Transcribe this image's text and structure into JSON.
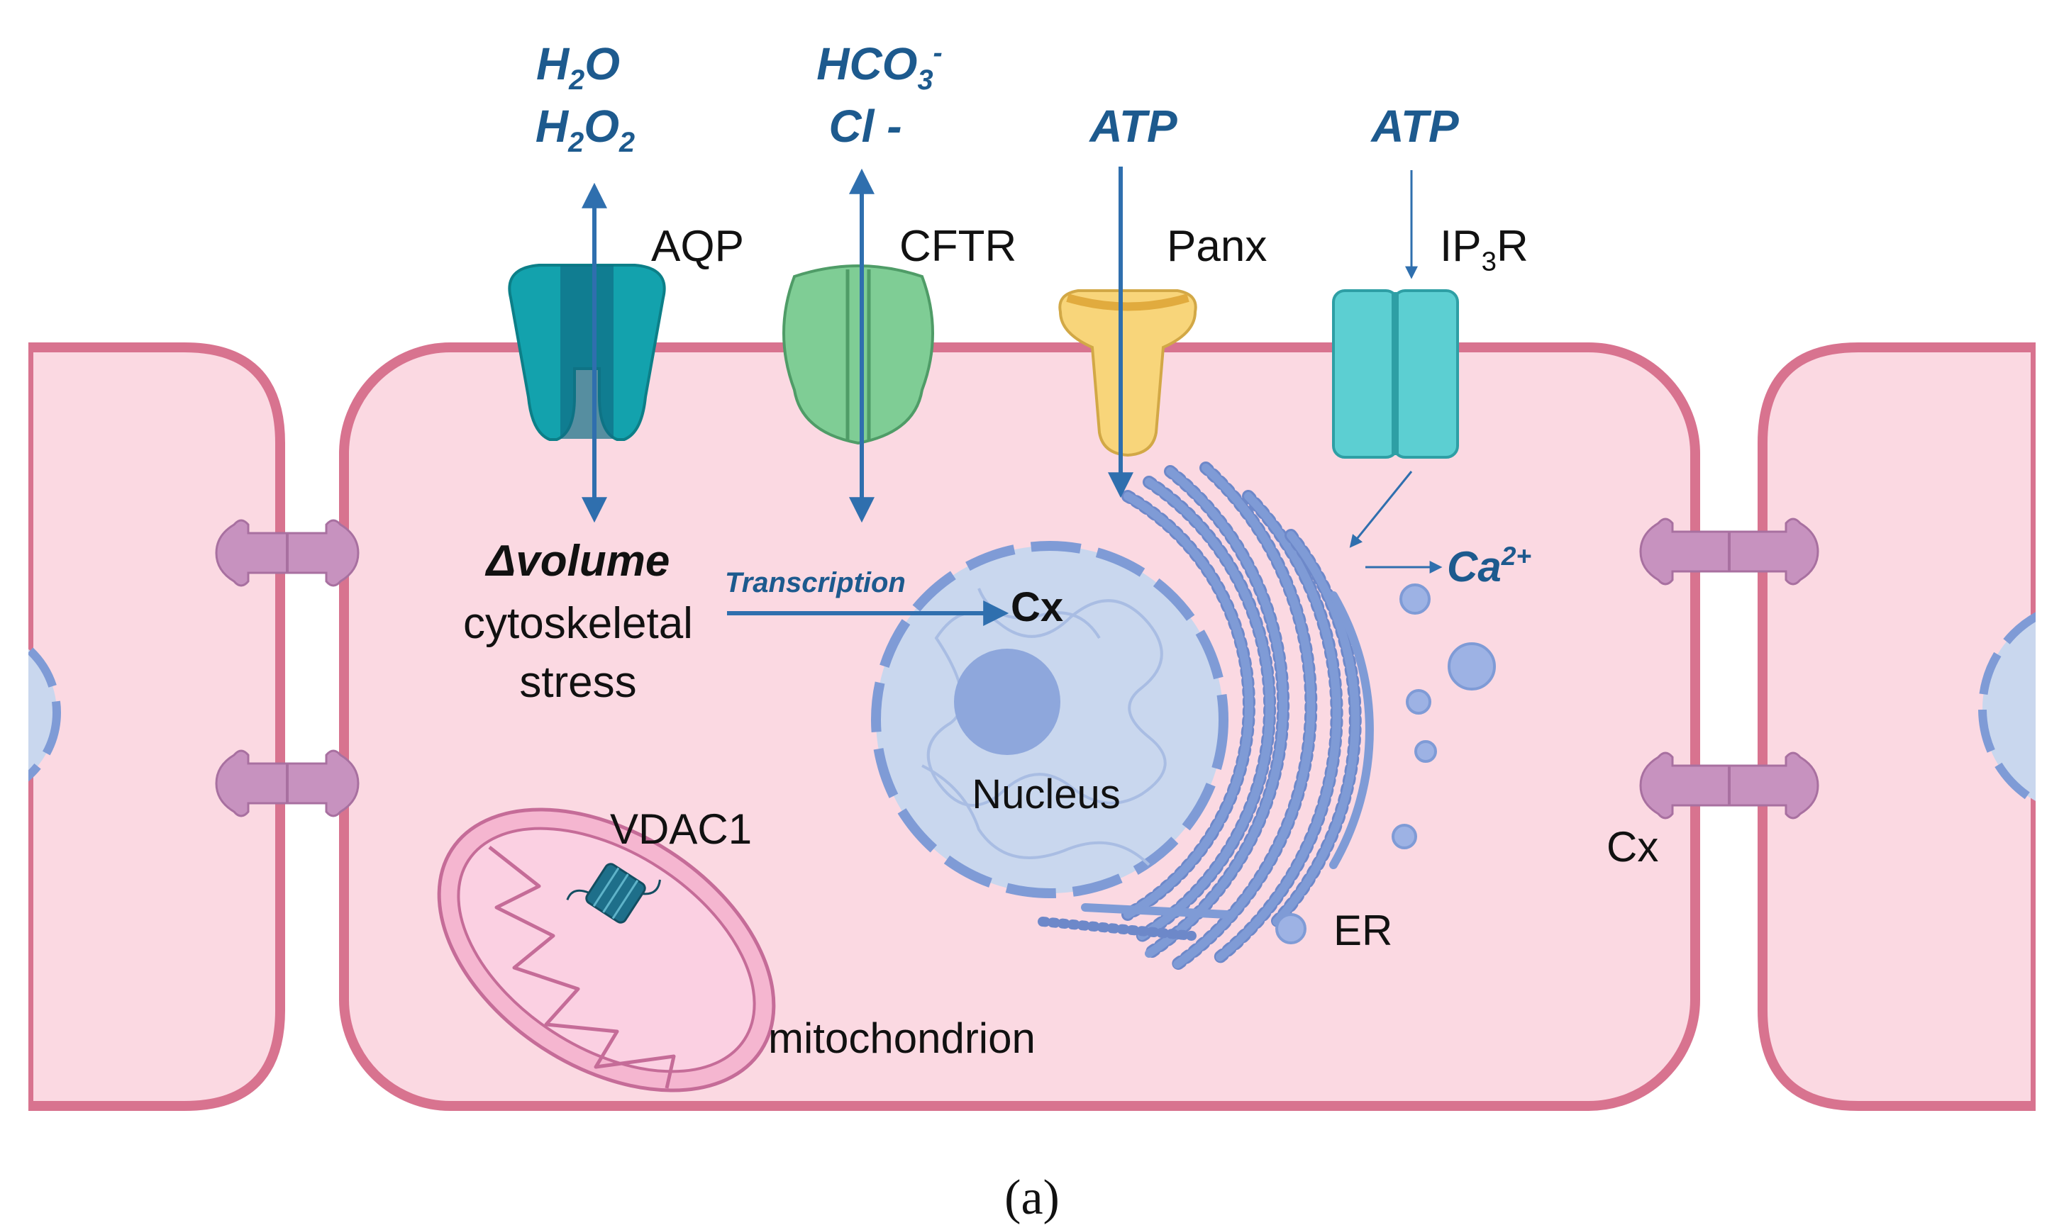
{
  "figure": {
    "panel_label": "(a)",
    "colors": {
      "cell_fill": "#fbd9e2",
      "membrane": "#d8738f",
      "arrow": "#2f6fae",
      "molecule_text": "#1d5a8e",
      "nucleus": "#c9d7ee",
      "er": "#7f9bd6",
      "aqp": "#13a2ad",
      "cftr": "#7fcd95",
      "panx": "#f8d57a",
      "ip3r": "#5ccfd2",
      "connexin": "#c792bf",
      "mitochondrion": "#f5b6d0"
    },
    "molecules": {
      "h2o": "H2O",
      "h2o2": "H2O2",
      "hco3": "HCO3-",
      "cl": "Cl -",
      "atp_panx": "ATP",
      "atp_ip3r": "ATP",
      "ca": "Ca2+"
    },
    "channels": {
      "aqp": "AQP",
      "cftr": "CFTR",
      "panx": "Panx",
      "ip3r": "IP3R"
    },
    "labels": {
      "delta_volume": "Δvolume",
      "cytoskeletal": "cytoskeletal",
      "stress": "stress",
      "transcription": "Transcription",
      "cx_center": "Cx",
      "nucleus": "Nucleus",
      "vdac1": "VDAC1",
      "mitochondrion": "mitochondrion",
      "er": "ER",
      "cx_junction": "Cx"
    }
  }
}
